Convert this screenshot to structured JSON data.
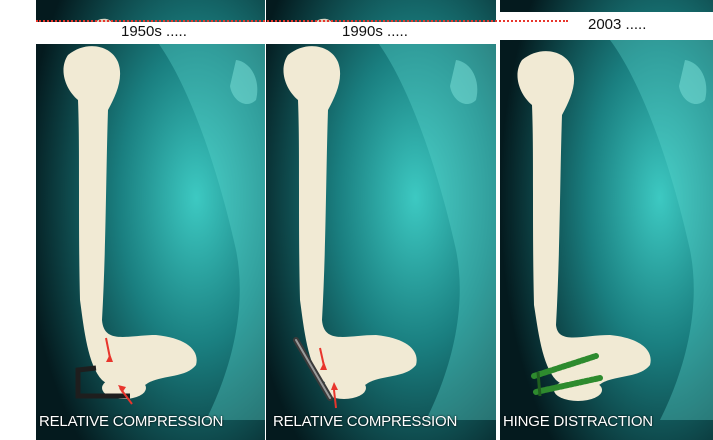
{
  "panels": [
    {
      "year": "1950s .....",
      "caption": "RELATIVE COMPRESSION",
      "device": "staple"
    },
    {
      "year": "1990s .....",
      "caption": "RELATIVE COMPRESSION",
      "device": "wire"
    },
    {
      "year": "2003 .....",
      "caption": "HINGE DISTRACTION",
      "device": "screws"
    }
  ],
  "colors": {
    "bone": "#f1ead4",
    "xray": "#2fb5b0",
    "timeline": "#e8352c",
    "screw": "#3aa23a",
    "implant": "#2a2a2a"
  }
}
